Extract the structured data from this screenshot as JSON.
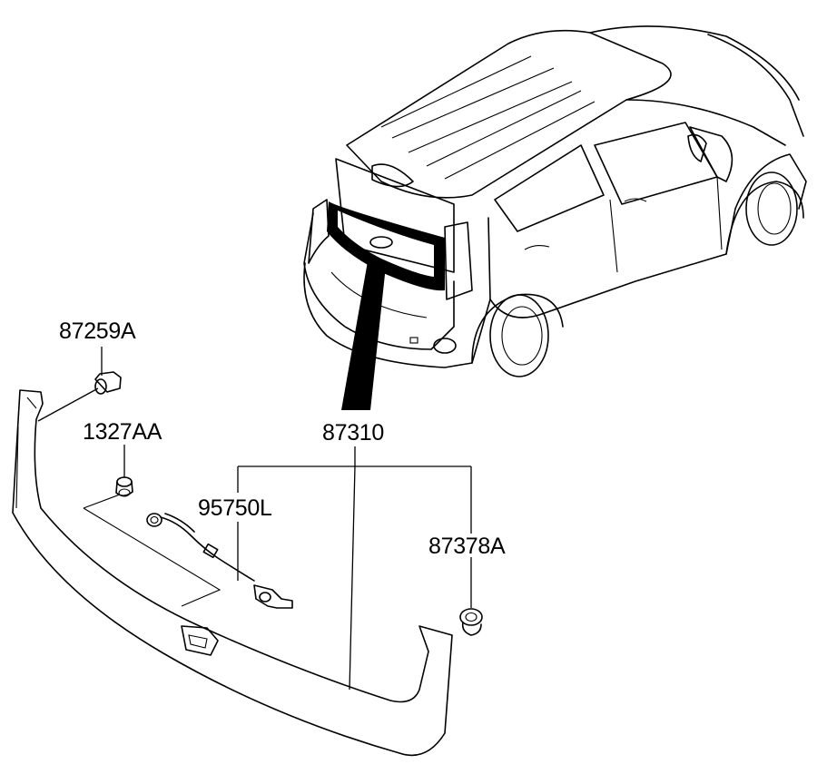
{
  "diagram": {
    "callouts": [
      {
        "id": "87259A",
        "label": "87259A"
      },
      {
        "id": "1327AA",
        "label": "1327AA"
      },
      {
        "id": "87310",
        "label": "87310"
      },
      {
        "id": "95750L",
        "label": "95750L"
      },
      {
        "id": "87378A",
        "label": "87378A"
      }
    ]
  }
}
